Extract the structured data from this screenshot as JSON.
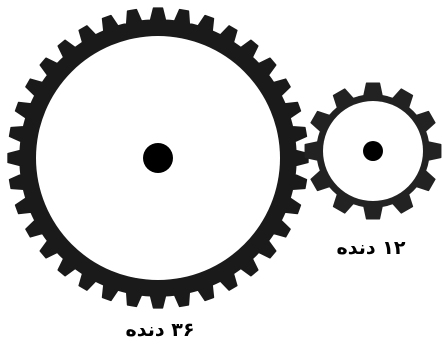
{
  "gears": {
    "large": {
      "teeth": 36,
      "label": "۳۶ دنده",
      "body_color": "#1a1a1a",
      "face_color": "#ffffff",
      "hub_color": "#000000"
    },
    "small": {
      "teeth": 12,
      "label": "۱۲ دنده",
      "body_color": "#222222",
      "face_color": "#ffffff",
      "hub_color": "#000000"
    }
  }
}
